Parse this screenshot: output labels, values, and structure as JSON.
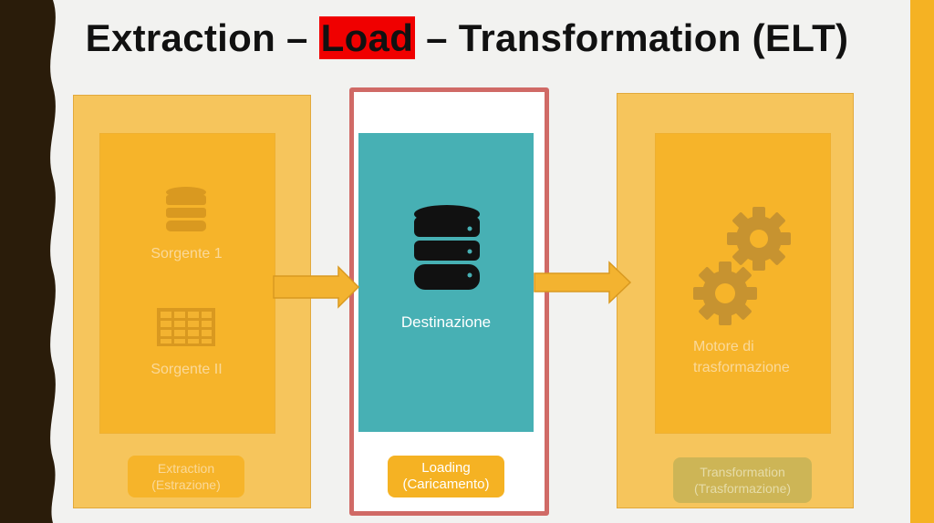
{
  "title": {
    "part1": "Extraction – ",
    "highlight": "Load",
    "part2": " – Transformation (ELT)"
  },
  "extraction": {
    "source1": "Sorgente 1",
    "source2": "Sorgente II",
    "chip_line1": "Extraction",
    "chip_line2": "(Estrazione)"
  },
  "loading": {
    "destination": "Destinazione",
    "chip_line1": "Loading",
    "chip_line2": "(Caricamento)"
  },
  "transformation": {
    "engine_line1": "Motore di",
    "engine_line2": "trasformazione",
    "chip_line1": "Transformation",
    "chip_line2": "(Trasformazione)"
  },
  "colors": {
    "accent": "#f5b223",
    "highlight": "#f00000",
    "teal": "#47b0b4",
    "frame": "#d06a66",
    "dark": "#2a1c0a"
  },
  "icons": [
    "database-icon",
    "table-icon",
    "gears-icon",
    "arrow-right-icon"
  ]
}
